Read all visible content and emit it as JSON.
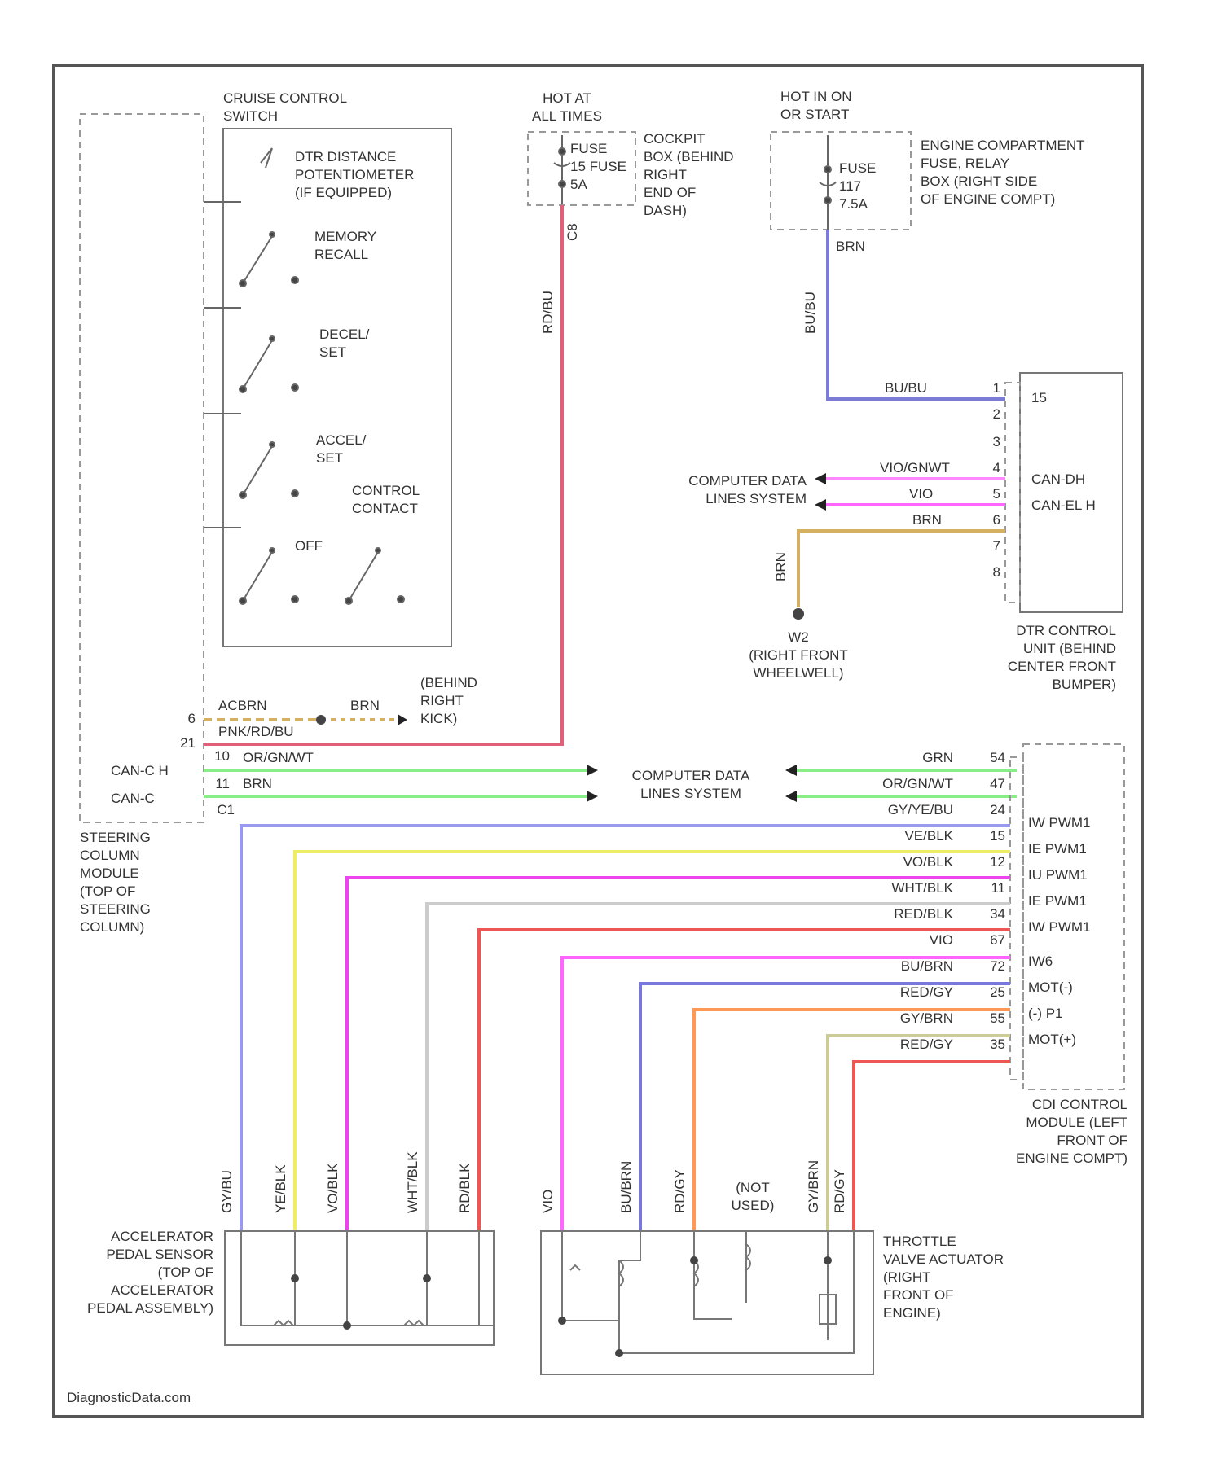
{
  "labels": {
    "cruise_switch": [
      "CRUISE CONTROL",
      "SWITCH"
    ],
    "dtr_pot": [
      "DTR DISTANCE",
      "POTENTIOMETER",
      "(IF EQUIPPED)"
    ],
    "memory_recall": [
      "MEMORY",
      "RECALL"
    ],
    "decel_set": [
      "DECEL/",
      "SET"
    ],
    "accel_set": [
      "ACCEL/",
      "SET"
    ],
    "off": [
      "OFF"
    ],
    "control_contact": [
      "CONTROL",
      "CONTACT"
    ],
    "hot_at_all_times": [
      "HOT AT",
      "ALL TIMES"
    ],
    "fuse_15": [
      "FUSE",
      "15 FUSE",
      "5A"
    ],
    "cockpit_box": [
      "COCKPIT",
      "BOX (BEHIND",
      "RIGHT",
      "END OF",
      "DASH)"
    ],
    "hot_in_on": [
      "HOT IN ON",
      "OR START"
    ],
    "fuse_117": [
      "FUSE",
      "117",
      "7.5A"
    ],
    "engine_box": [
      "ENGINE COMPARTMENT",
      "FUSE, RELAY",
      "BOX (RIGHT SIDE",
      "OF ENGINE COMPT)"
    ],
    "computer_data_1": [
      "COMPUTER DATA",
      "LINES SYSTEM"
    ],
    "computer_data_2": [
      "COMPUTER DATA",
      "LINES SYSTEM"
    ],
    "ground_w": [
      "W2",
      "(RIGHT FRONT",
      "WHEELWELL)"
    ],
    "dtr_unit": [
      "DTR CONTROL",
      "UNIT (BEHIND",
      "CENTER FRONT",
      "BUMPER)"
    ],
    "behind_right_kick": [
      "(BEHIND",
      "RIGHT",
      "KICK)"
    ],
    "steering_module": [
      "STEERING",
      "COLUMN",
      "MODULE",
      "(TOP OF",
      "STEERING",
      "COLUMN)"
    ],
    "cdi_module": [
      "CDI CONTROL",
      "MODULE (LEFT",
      "FRONT OF",
      "ENGINE COMPT)"
    ],
    "not_used": [
      "(NOT",
      "USED)"
    ],
    "accel_sensor": [
      "ACCELERATOR",
      "PEDAL SENSOR",
      "(TOP OF",
      "ACCELERATOR",
      "PEDAL ASSEMBLY)"
    ],
    "throttle_actuator": [
      "THROTTLE",
      "VALVE ACTUATOR",
      "(RIGHT",
      "FRONT OF",
      "ENGINE)"
    ],
    "can_c_h": "CAN-C H",
    "can_c_l": "CAN-C",
    "dtr_pins": [
      "15",
      "CAN-DH",
      "CAN-EL H"
    ],
    "cdi_pins": [
      "IW PWM1",
      "IE PWM1",
      "IU PWM1",
      "IE PWM1",
      "IW PWM1",
      "IW6",
      "MOT(-)",
      "(-) P1",
      "MOT(+)"
    ],
    "footer": "DiagnosticData.com"
  },
  "wires": {
    "fuse_out": "RD/BU",
    "fuse_pin": "C8",
    "fuse2_out": "BU/BU",
    "fuse2_pin": "BRN",
    "dtr_15": "BU/BU",
    "vio_gnwt": "VIO/GNWT",
    "vio": "VIO",
    "brn": "BRN",
    "brn_vert": "BRN",
    "splice_brn_left": "ACBRN",
    "splice_brn_right": "BRN",
    "pnk_rd": "PNK/RD/BU",
    "orange_gn": "OR/GN/WT",
    "brn_can": "BRN",
    "right_grn": "GRN",
    "right_orgnwt": "OR/GN/WT",
    "right_gybu": "GY/YE/BU",
    "right_vebu": "VE/BLK",
    "right_vebk": "VE/BLK",
    "right_vobk": "VO/BLK",
    "right_wtbk": "WHT/BLK",
    "right_rdbk": "RED/BLK",
    "right_vio": "VIO",
    "right_bubrn": "BU/BRN",
    "right_rdgy": "RED/GY",
    "right_gybrn": "GY/BRN",
    "right_rdgy2": "RED/GY",
    "bottom_gybu": "GY/BU",
    "bottom_yebk": "YE/BLK",
    "bottom_vobk": "VO/BLK",
    "bottom_wtbk": "WHT/BLK",
    "bottom_rdbk": "RD/BLK",
    "bottom_vio": "VIO",
    "bottom_bubrn": "BU/BRN",
    "bottom_rdgy": "RD/GY",
    "bottom_gybrn": "GY/BRN",
    "bottom_rdgy2": "RD/GY"
  },
  "pins": {
    "dtr": [
      "1",
      "2",
      "3",
      "4",
      "5",
      "6",
      "7",
      "8"
    ],
    "cdi_right": [
      "54",
      "47",
      "24",
      "15",
      "12",
      "11",
      "34",
      "67",
      "72",
      "25",
      "55",
      "35"
    ],
    "steering": [
      "6",
      "21",
      "10",
      "11",
      "C1"
    ]
  },
  "colors": {
    "pink_red": "#e0607a",
    "magenta": "#ff66ff",
    "blue": "#7c7cd6",
    "tan": "#d4b060",
    "green": "#88ee88",
    "lavender": "#9999ee",
    "yellow": "#eeee66",
    "violet": "#ee44ee",
    "light_gray": "#cccccc",
    "red": "#ee5555",
    "purple_blue": "#7777dd",
    "orange": "#ff9955",
    "beige": "#cccc99"
  }
}
